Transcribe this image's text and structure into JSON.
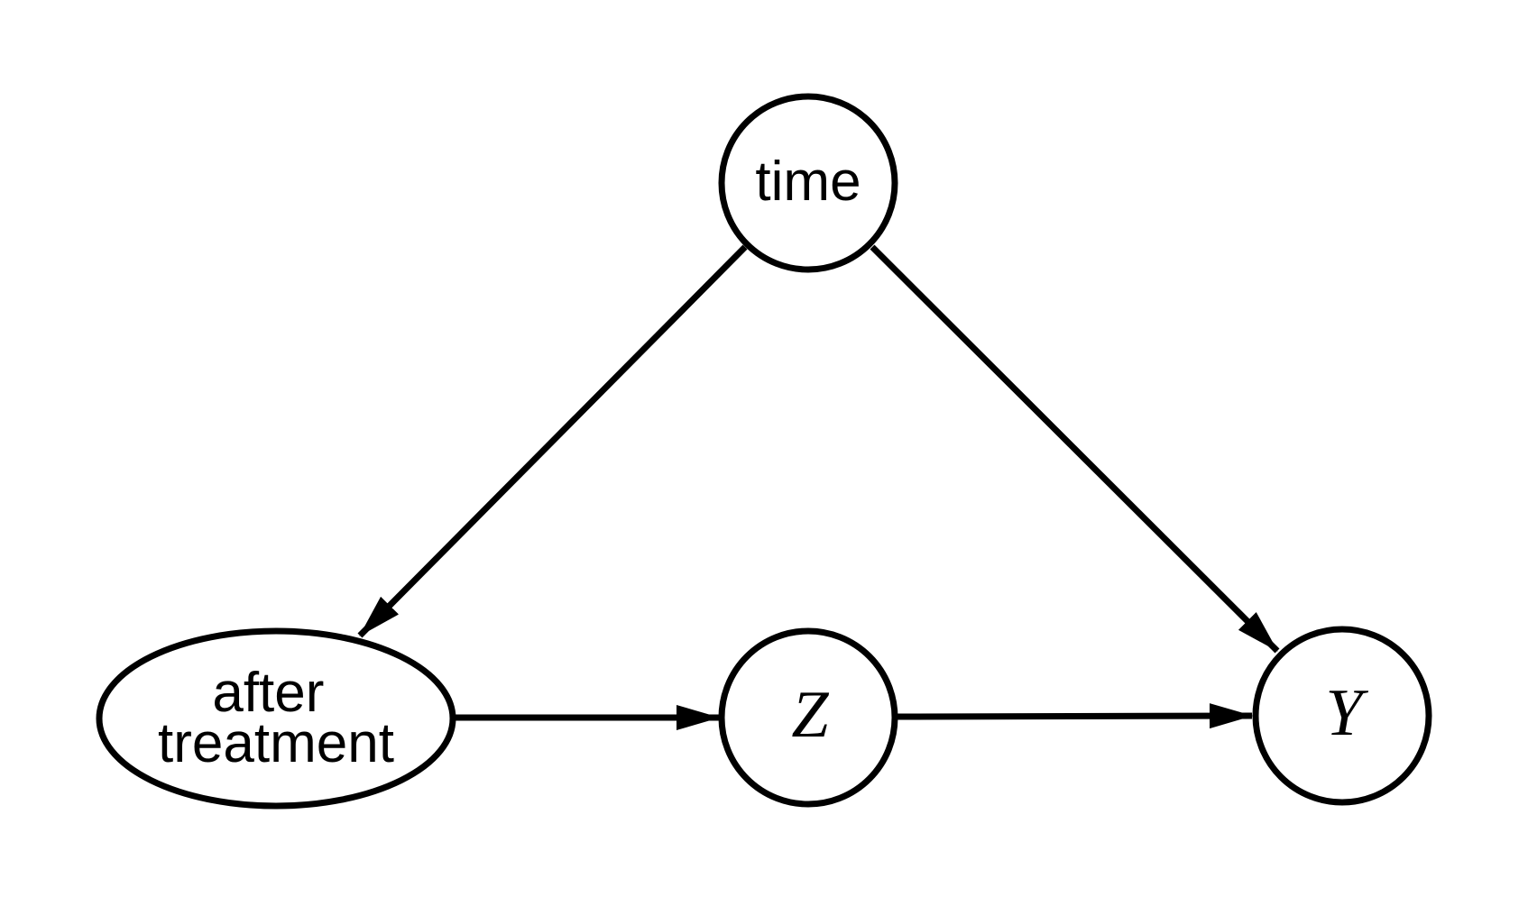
{
  "diagram": {
    "type": "causal-dag",
    "background_color": "#ffffff",
    "stroke_color": "#000000",
    "nodes": [
      {
        "id": "time",
        "label": "time",
        "shape": "circle",
        "font": "sans"
      },
      {
        "id": "after-treatment",
        "label": "after treatment",
        "label_line1": "after",
        "label_line2": "treatment",
        "shape": "ellipse",
        "font": "sans"
      },
      {
        "id": "z",
        "label": "Z",
        "shape": "circle",
        "font": "math-italic"
      },
      {
        "id": "y",
        "label": "Y",
        "shape": "circle",
        "font": "math-italic"
      }
    ],
    "edges": [
      {
        "from": "time",
        "to": "after-treatment",
        "directed": true
      },
      {
        "from": "time",
        "to": "y",
        "directed": true
      },
      {
        "from": "after-treatment",
        "to": "z",
        "directed": true
      },
      {
        "from": "z",
        "to": "y",
        "directed": true
      }
    ]
  }
}
